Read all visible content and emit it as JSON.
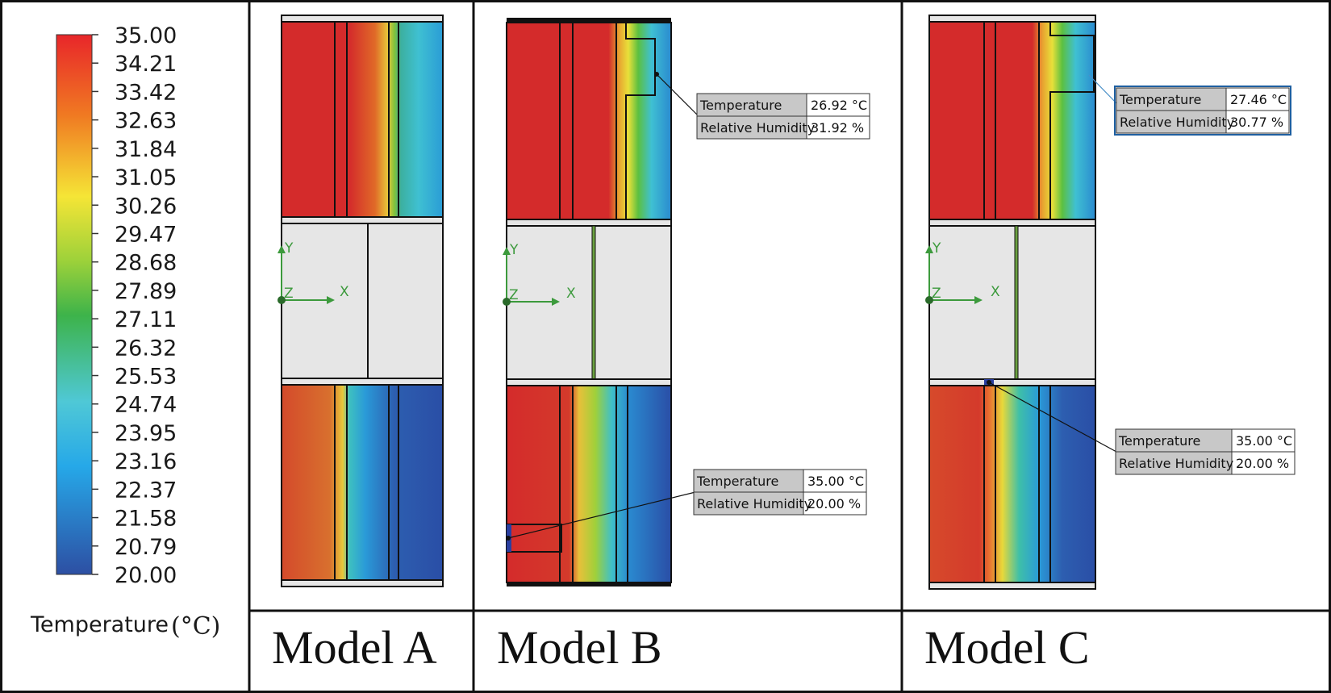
{
  "legend": {
    "title": "Temperature",
    "unit": "(°C)",
    "ticks": [
      "35.00",
      "34.21",
      "33.42",
      "32.63",
      "31.84",
      "31.05",
      "30.26",
      "29.47",
      "28.68",
      "27.89",
      "27.11",
      "26.32",
      "25.53",
      "24.74",
      "23.95",
      "23.16",
      "22.37",
      "21.58",
      "20.79",
      "20.00"
    ],
    "min": 20.0,
    "max": 35.0
  },
  "axes": {
    "x": "X",
    "y": "Y",
    "z": "Z"
  },
  "models": [
    {
      "label": "Model A",
      "probes": []
    },
    {
      "label": "Model B",
      "probes": [
        {
          "temp_label": "Temperature",
          "temp_value": "26.92 °C",
          "rh_label": "Relative Humidity",
          "rh_value": "31.92 %"
        },
        {
          "temp_label": "Temperature",
          "temp_value": "35.00 °C",
          "rh_label": "Relative Humidity",
          "rh_value": "20.00 %"
        }
      ]
    },
    {
      "label": "Model C",
      "probes": [
        {
          "temp_label": "Temperature",
          "temp_value": "27.46 °C",
          "rh_label": "Relative Humidity",
          "rh_value": "30.77 %"
        },
        {
          "temp_label": "Temperature",
          "temp_value": "35.00 °C",
          "rh_label": "Relative Humidity",
          "rh_value": "20.00 %"
        }
      ]
    }
  ],
  "colors": {
    "hot": "#d42b2b",
    "cold": "#2850a8",
    "panel": "#e6e6e6",
    "frame": "#111111",
    "probe_box": "#c8c8c8",
    "axis": "#3c9a3c",
    "highlight": "#1e5fa0"
  }
}
